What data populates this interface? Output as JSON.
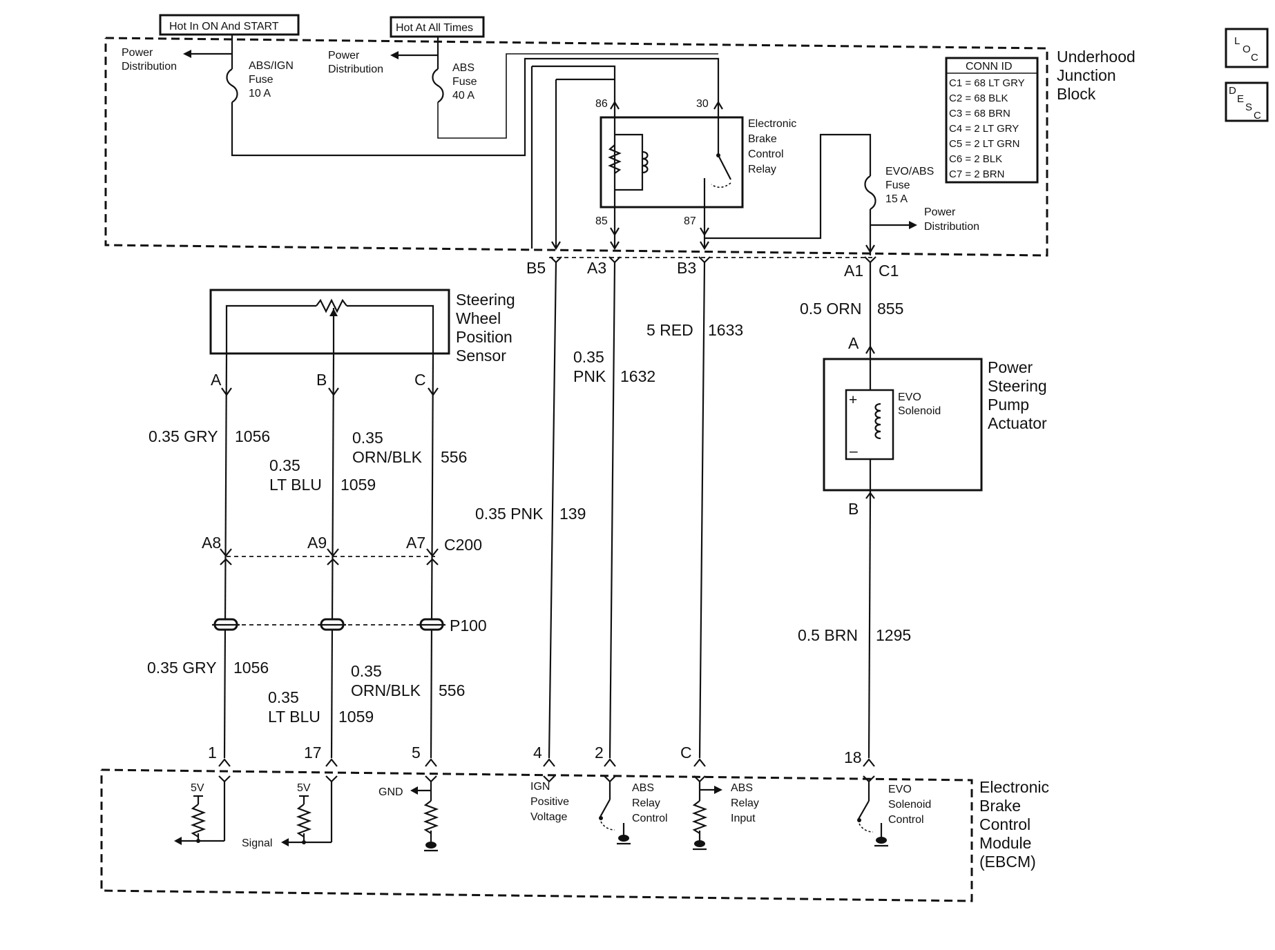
{
  "header": {
    "hot_on_start": "Hot In ON And START",
    "hot_all_times": "Hot At All Times"
  },
  "junction_block": {
    "title": [
      "Underhood",
      "Junction",
      "Block"
    ],
    "power_distribution": [
      "Power",
      "Distribution"
    ],
    "abs_ign_fuse": [
      "ABS/IGN",
      "Fuse",
      "10 A"
    ],
    "abs_fuse": [
      "ABS",
      "Fuse",
      "40 A"
    ],
    "evo_abs_fuse": [
      "EVO/ABS",
      "Fuse",
      "15 A"
    ],
    "relay_label": [
      "Electronic",
      "Brake",
      "Control",
      "Relay"
    ],
    "relay_pins": [
      "86",
      "30",
      "85",
      "87"
    ],
    "conn_id": {
      "title": "CONN ID",
      "rows": [
        "C1 = 68 LT GRY",
        "C2 = 68 BLK",
        "C3 = 68 BRN",
        "C4 = 2 LT GRY",
        "C5 = 2 LT GRN",
        "C6 = 2 BLK",
        "C7 = 2 BRN"
      ]
    }
  },
  "side_buttons": {
    "loc": [
      "L",
      "O",
      "C"
    ],
    "desc": [
      "D",
      "E",
      "S",
      "C"
    ]
  },
  "connectors": {
    "b5": "B5",
    "a3": "A3",
    "b3": "B3",
    "a1": "A1",
    "c1": "C1",
    "a8": "A8",
    "a9": "A9",
    "a7": "A7",
    "c200": "C200",
    "p100": "P100",
    "sensor_a": "A",
    "sensor_b": "B",
    "sensor_c": "C",
    "act_a": "A",
    "act_b": "B"
  },
  "sensor": {
    "title": [
      "Steering",
      "Wheel",
      "Position",
      "Sensor"
    ]
  },
  "actuator": {
    "title": [
      "Power",
      "Steering",
      "Pump",
      "Actuator"
    ],
    "solenoid": [
      "EVO",
      "Solenoid"
    ]
  },
  "wires": {
    "w1056_top": [
      "0.35 GRY",
      "1056"
    ],
    "w1059_top": [
      "0.35",
      "LT BLU",
      "1059"
    ],
    "w556_top": [
      "0.35",
      "ORN/BLK",
      "556"
    ],
    "w139": [
      "0.35 PNK",
      "139"
    ],
    "w1632": [
      "0.35",
      "PNK",
      "1632"
    ],
    "w1633": [
      "5 RED",
      "1633"
    ],
    "w855": [
      "0.5 ORN",
      "855"
    ],
    "w1295": [
      "0.5 BRN",
      "1295"
    ],
    "w1056_bot": [
      "0.35 GRY",
      "1056"
    ],
    "w1059_bot": [
      "0.35",
      "LT BLU",
      "1059"
    ],
    "w556_bot": [
      "0.35",
      "ORN/BLK",
      "556"
    ]
  },
  "ebcm": {
    "title": [
      "Electronic",
      "Brake",
      "Control",
      "Module",
      "(EBCM)"
    ],
    "pins": [
      "1",
      "17",
      "5",
      "4",
      "2",
      "C",
      "18"
    ],
    "five_v": "5V",
    "signal": "Signal",
    "gnd": "GND",
    "ign": [
      "IGN",
      "Positive",
      "Voltage"
    ],
    "abs_relay_control": [
      "ABS",
      "Relay",
      "Control"
    ],
    "abs_relay_input": [
      "ABS",
      "Relay",
      "Input"
    ],
    "evo_solenoid_control": [
      "EVO",
      "Solenoid",
      "Control"
    ]
  }
}
